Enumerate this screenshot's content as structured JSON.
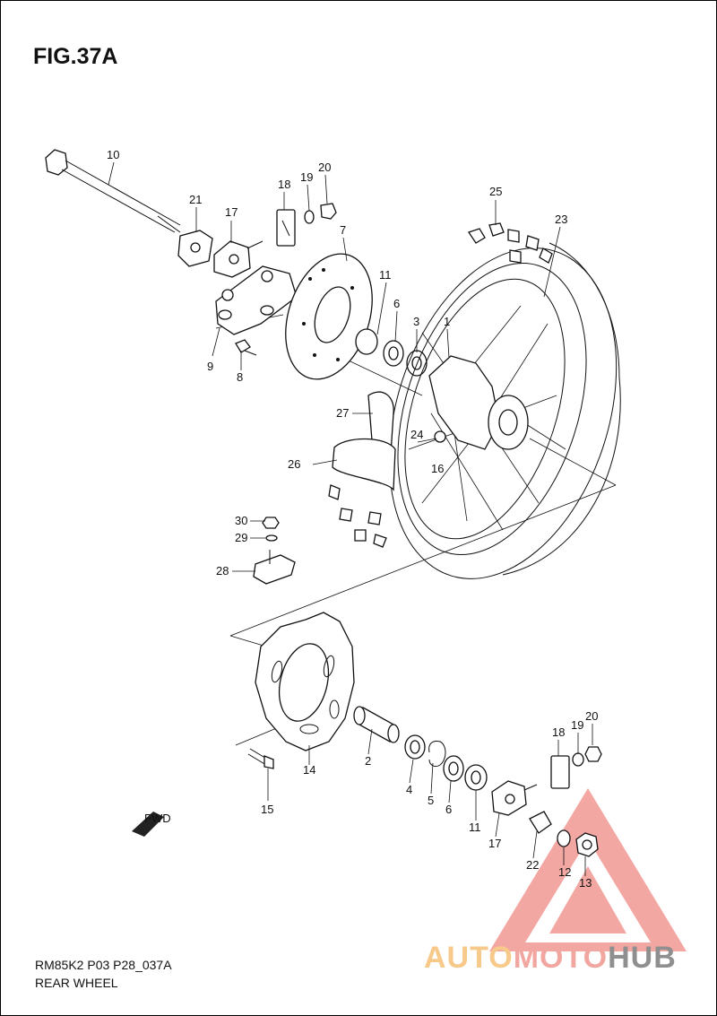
{
  "figure": {
    "title": "FIG.37A",
    "code": "RM85K2 P03 P28_037A",
    "name": "REAR WHEEL"
  },
  "callouts": {
    "c10": "10",
    "c21": "21",
    "c17a": "17",
    "c18a": "18",
    "c19a": "19",
    "c20a": "20",
    "c25": "25",
    "c23": "23",
    "c7": "7",
    "c11a": "11",
    "c6a": "6",
    "c3": "3",
    "c1": "1",
    "c9": "9",
    "c8": "8",
    "c27": "27",
    "c24": "24",
    "c16": "16",
    "c26": "26",
    "c30": "30",
    "c29": "29",
    "c28": "28",
    "c14": "14",
    "c2": "2",
    "c15": "15",
    "c18b": "18",
    "c19b": "19",
    "c20b": "20",
    "c4": "4",
    "c5": "5",
    "c6b": "6",
    "c11b": "11",
    "c17b": "17",
    "c22": "22",
    "c12": "12",
    "c13": "13"
  },
  "direction_badge": "FWD",
  "watermark": {
    "text_a": "AUTO",
    "text_b": "MOTO",
    "text_c": "HUB",
    "color_a": "#f7c98a",
    "color_b": "#f2a6a0",
    "color_c": "#8f8f8f",
    "triangle_color": "#f08a84"
  }
}
